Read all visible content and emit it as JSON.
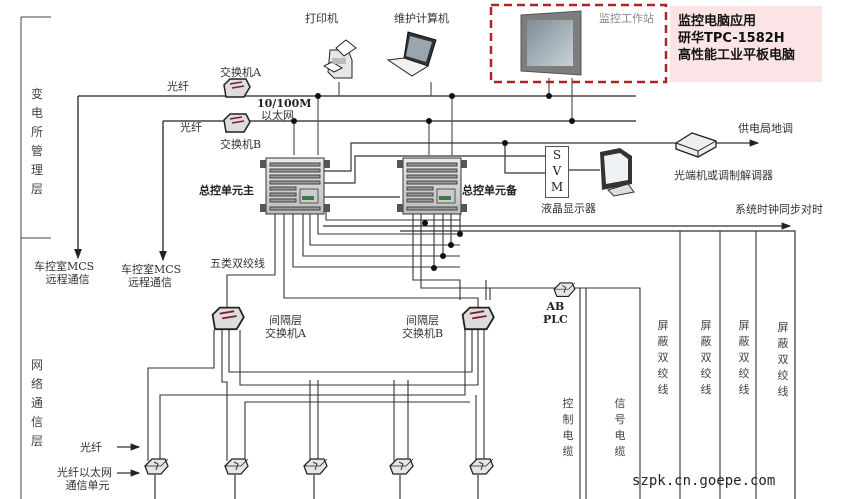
{
  "layers": {
    "substation_management": "变电所管理层",
    "network_communication": "网络通信层"
  },
  "devices": {
    "printer": "打印机",
    "maintenance_pc": "维护计算机",
    "monitor_workstation": "监控工作站",
    "switch_a": "交换机A",
    "switch_b": "交换机B",
    "ethernet_label_1": "10/100M",
    "ethernet_label_2": "以太网",
    "fiber_a": "光纤",
    "fiber_b": "光纤",
    "main_controller": "总控单元主",
    "backup_controller": "总控单元备",
    "lcd_display": "液晶显示器",
    "svm": [
      "S",
      "V",
      "M"
    ],
    "optical_modem": "光端机或调制解调器",
    "power_dispatch": "供电局地调",
    "clock_sync": "系统时钟同步对时",
    "mcs_remote_1": [
      "车控室MCS",
      "远程通信"
    ],
    "mcs_remote_2": [
      "车控室MCS",
      "远程通信"
    ],
    "cat5_cable": "五类双绞线",
    "bay_switch_a": [
      "间隔层",
      "交换机A"
    ],
    "bay_switch_b": [
      "间隔层",
      "交换机B"
    ],
    "ab_plc": [
      "AB",
      "PLC"
    ],
    "control_cable": "控制电缆",
    "signal_cable": "信号电缆",
    "shielded_pair_1": "屏蔽双绞线",
    "shielded_pair_2": "屏蔽双绞线",
    "shielded_pair_3": "屏蔽双绞线",
    "shielded_pair_4": "屏蔽双绞线",
    "fiber_input": "光纤",
    "fiber_eth_unit": [
      "光纤以太网",
      "通信单元"
    ]
  },
  "callout": {
    "line1": "监控电脑应用",
    "line2": "研华TPC-1582H",
    "line3": "高性能工业平板电脑"
  },
  "watermark": "szpk.cn.goepe.com",
  "colors": {
    "callout_bg": "#fce4e6",
    "dashed_border": "#b22222",
    "line": "#222222"
  }
}
